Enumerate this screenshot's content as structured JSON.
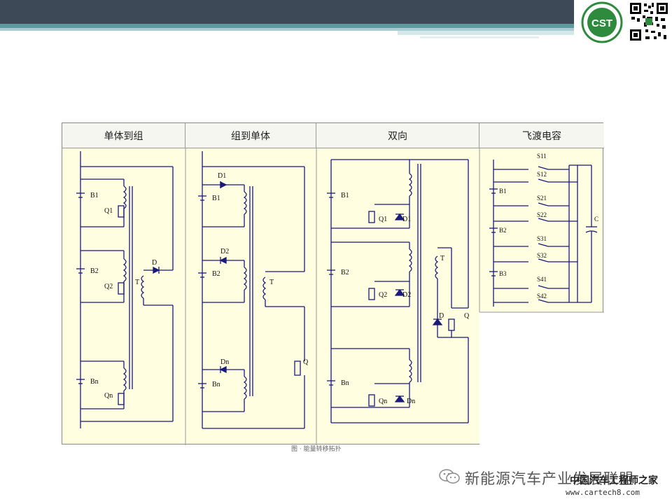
{
  "slide": {
    "columns": [
      "单体到组",
      "组到单体",
      "双向",
      "飞渡电容"
    ],
    "caption": "图 · 能量转移拓扑",
    "col1": {
      "labels": [
        "B1",
        "Q1",
        "B2",
        "Q2",
        "D",
        "T",
        "Bn",
        "Qn"
      ]
    },
    "col2": {
      "labels": [
        "D1",
        "B1",
        "D2",
        "B2",
        "T",
        "Dn",
        "Bn",
        "Q"
      ]
    },
    "col3": {
      "labels": [
        "B1",
        "Q1",
        "D1",
        "B2",
        "Q2",
        "D2",
        "T",
        "D",
        "Q",
        "Bn",
        "Qn",
        "Dn"
      ]
    },
    "col4": {
      "labels": [
        "S11",
        "S12",
        "B1",
        "S21",
        "S22",
        "B2",
        "S31",
        "S32",
        "C",
        "B3",
        "S41",
        "S42"
      ]
    }
  },
  "logo": {
    "text": "CST"
  },
  "footer": {
    "wechat_account": "新能源汽车产业发展联盟",
    "brand": "中国汽车工程师之家",
    "url": "www.cartech8.com"
  },
  "colors": {
    "topbar": "#3d4957",
    "accent": "#5d9aa0",
    "panel": "#fffee1",
    "wire": "#1a1a7a"
  }
}
